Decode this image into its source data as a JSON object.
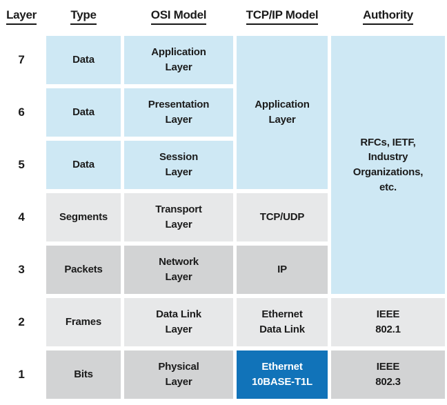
{
  "colors": {
    "light_blue": "#cee8f4",
    "light_gray": "#e7e8e9",
    "dark_gray": "#d2d3d4",
    "highlight_blue": "#1173b9",
    "text": "#1b1b1b",
    "highlight_text": "#ffffff"
  },
  "header": {
    "layer": "Layer",
    "type": "Type",
    "osi": "OSI Model",
    "tcpip": "TCP/IP Model",
    "authority": "Authority"
  },
  "rows": [
    {
      "layer": "7",
      "type": "Data",
      "osi": "Application\nLayer"
    },
    {
      "layer": "6",
      "type": "Data",
      "osi": "Presentation\nLayer"
    },
    {
      "layer": "5",
      "type": "Data",
      "osi": "Session\nLayer"
    },
    {
      "layer": "4",
      "type": "Segments",
      "osi": "Transport\nLayer"
    },
    {
      "layer": "3",
      "type": "Packets",
      "osi": "Network\nLayer"
    },
    {
      "layer": "2",
      "type": "Frames",
      "osi": "Data Link\nLayer"
    },
    {
      "layer": "1",
      "type": "Bits",
      "osi": "Physical\nLayer"
    }
  ],
  "tcpip_cells": [
    {
      "label": "Application\nLayer",
      "spans_layers": "7-5",
      "highlighted": false
    },
    {
      "label": "TCP/UDP",
      "highlighted": false
    },
    {
      "label": "IP",
      "highlighted": false
    },
    {
      "label": "Ethernet\nData Link",
      "highlighted": false
    },
    {
      "label": "Ethernet\n10BASE-T1L",
      "highlighted": true
    }
  ],
  "authority_cells": [
    {
      "label": "RFCs, IETF,\nIndustry\nOrganizations,\netc.",
      "spans_layers": "7-3"
    },
    {
      "label": "IEEE\n802.1"
    },
    {
      "label": "IEEE\n802.3"
    }
  ]
}
